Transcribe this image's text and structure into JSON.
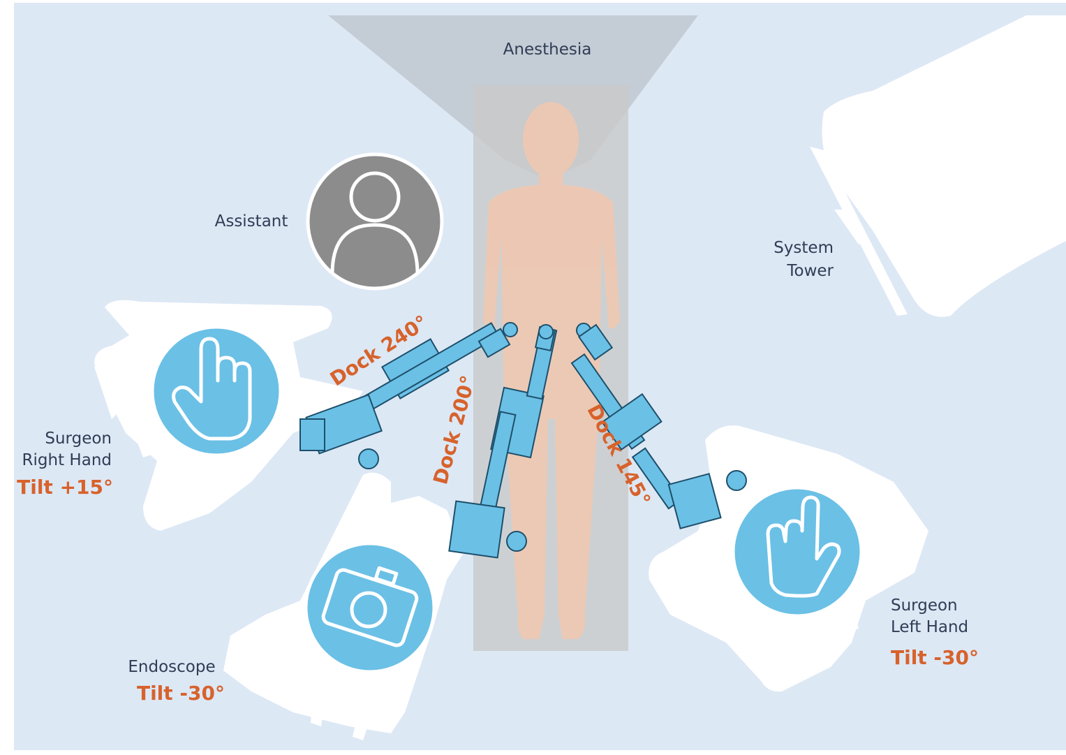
{
  "labels": {
    "anesthesia": "Anesthesia",
    "assistant": "Assistant",
    "system_tower_line1": "System",
    "system_tower_line2": "Tower",
    "surgeon_right_line1": "Surgeon",
    "surgeon_right_line2": "Right Hand",
    "surgeon_right_tilt": "Tilt +15°",
    "endoscope": "Endoscope",
    "endoscope_tilt": "Tilt -30°",
    "surgeon_left_line1": "Surgeon",
    "surgeon_left_line2": "Left Hand",
    "surgeon_left_tilt": "Tilt -30°"
  },
  "docks": {
    "right_hand": "Dock 240°",
    "endoscope": "Dock 200°",
    "left_hand": "Dock 145°"
  },
  "icons": {
    "assistant": "person-icon",
    "right_hand": "pointing-hand-icon",
    "endoscope": "camera-icon",
    "left_hand": "raised-hand-icon"
  },
  "colors": {
    "background": "#dde8f5",
    "accent_orange": "#d7622c",
    "arm_blue": "#6bc0e6",
    "icon_circle_blue": "#6bc0e6",
    "assistant_gray": "#8c8c8c",
    "text_navy": "#2f3d55"
  }
}
